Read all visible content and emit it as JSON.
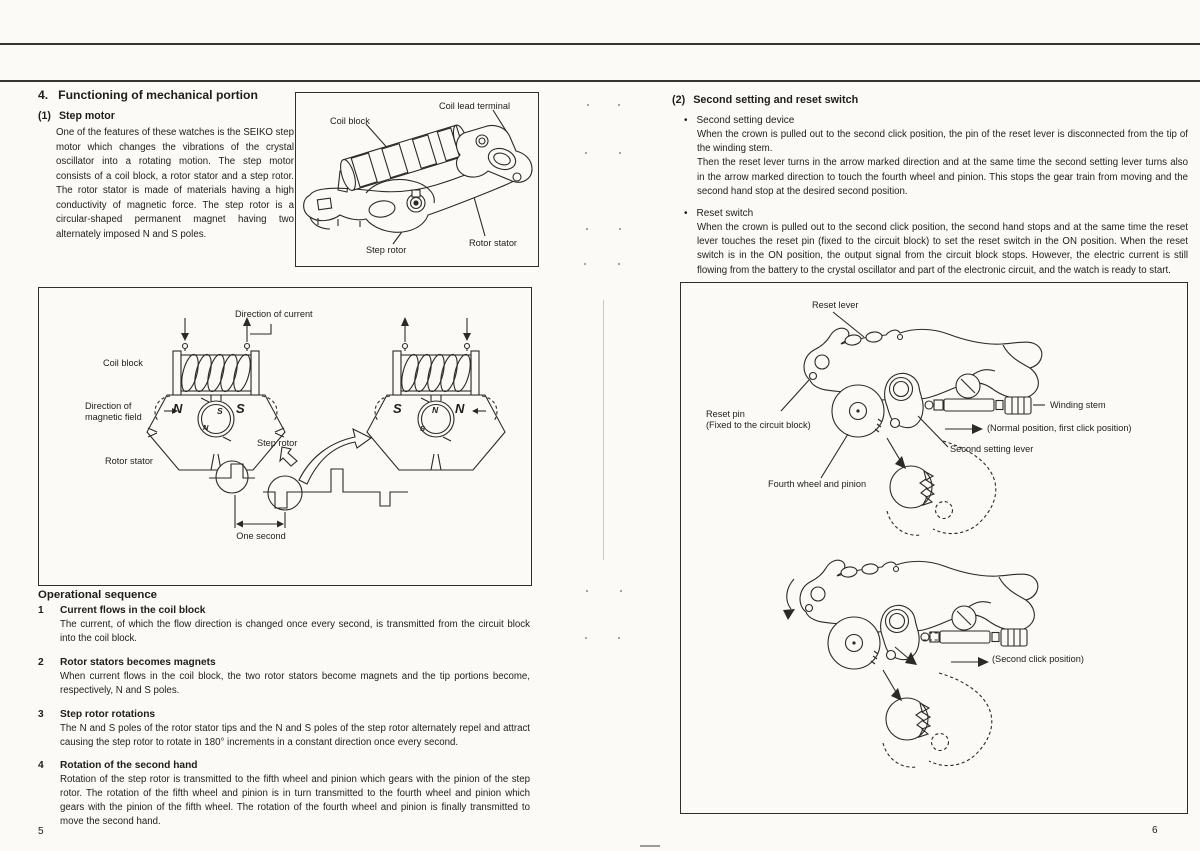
{
  "left_page": {
    "page_number": "5",
    "section_num": "4.",
    "section_title": "Functioning of mechanical portion",
    "step_motor_num": "(1)",
    "step_motor_heading": "Step motor",
    "step_motor_body": "One of the features of these watches is the SEIKO step motor which changes the vibrations of the crystal oscillator into a rotating motion. The step motor consists of a coil block, a rotor stator and a step rotor. The rotor stator is made of materials having a high conductivity of magnetic force. The step rotor is a circular-shaped permanent magnet having two alternately imposed N and S poles.",
    "assembly_diagram": {
      "coil_lead_terminal": "Coil lead terminal",
      "coil_block": "Coil block",
      "step_rotor": "Step rotor",
      "rotor_stator": "Rotor stator"
    },
    "operation_diagram": {
      "direction_of_current": "Direction of current",
      "coil_block": "Coil block",
      "direction_of_magnetic_field_1": "Direction of",
      "direction_of_magnetic_field_2": "magnetic field",
      "step_rotor": "Step rotor",
      "rotor_stator": "Rotor stator",
      "one_second": "One second",
      "left_pole_left": "N",
      "left_pole_right": "S",
      "left_rotor_top": "S",
      "left_rotor_bottom": "N",
      "right_pole_left": "S",
      "right_pole_right": "N",
      "right_rotor_top": "N",
      "right_rotor_bottom": "S"
    },
    "operational_sequence": {
      "heading": "Operational sequence",
      "items": [
        {
          "num": "1",
          "title": "Current flows in the coil block",
          "body": "The current, of which the flow direction is changed once every second, is transmitted from the circuit block into the coil block."
        },
        {
          "num": "2",
          "title": "Rotor stators becomes magnets",
          "body": "When current flows in the coil block, the two rotor stators become magnets and the tip portions become, respectively, N and S poles."
        },
        {
          "num": "3",
          "title": "Step rotor rotations",
          "body": "The N and S poles of the rotor stator tips and the N and S poles of the step rotor alternately repel and attract causing the step rotor to rotate in 180° increments in a constant direction once every second."
        },
        {
          "num": "4",
          "title": "Rotation of the second hand",
          "body": "Rotation of the step rotor is transmitted to the fifth wheel and pinion which gears with the pinion of the step rotor. The rotation of the fifth wheel and pinion is in turn transmitted to the fourth wheel and pinion which gears with the pinion of the fifth wheel. The rotation of the fourth wheel and pinion is finally transmitted to move the second hand."
        }
      ]
    }
  },
  "right_page": {
    "page_number": "6",
    "section_num": "(2)",
    "section_title": "Second setting and reset switch",
    "bullet_char": "•",
    "bullet_1_title": "Second setting device",
    "bullet_1_para_1": "When the crown is pulled out to the second click position, the pin of the reset lever is disconnected from the tip of the winding stem.",
    "bullet_1_para_2": "Then the reset lever turns in the arrow marked direction and at the same time the second setting lever turns also in the arrow marked direction to touch the fourth wheel and pinion. This stops the gear train from moving and the second hand stop at the desired second position.",
    "bullet_2_title": "Reset switch",
    "bullet_2_para_1": "When the crown is pulled out to the second click position, the second hand stops and at the same time the reset lever touches the reset pin (fixed to the circuit block) to set the reset switch in the ON position. When the reset switch is in the ON position, the output signal from the circuit block stops. However, the electric current is still flowing from the battery to the crystal oscillator and part of the electronic circuit, and the watch is ready to start.",
    "mechanism_diagram": {
      "reset_lever": "Reset lever",
      "reset_pin_1": "Reset pin",
      "reset_pin_2": "(Fixed to the circuit block)",
      "winding_stem": "Winding stem",
      "normal_position": "(Normal position, first click position)",
      "second_setting_lever": "Second setting lever",
      "fourth_wheel_and_pinion": "Fourth wheel and pinion",
      "second_click_position": "(Second click position)"
    }
  }
}
